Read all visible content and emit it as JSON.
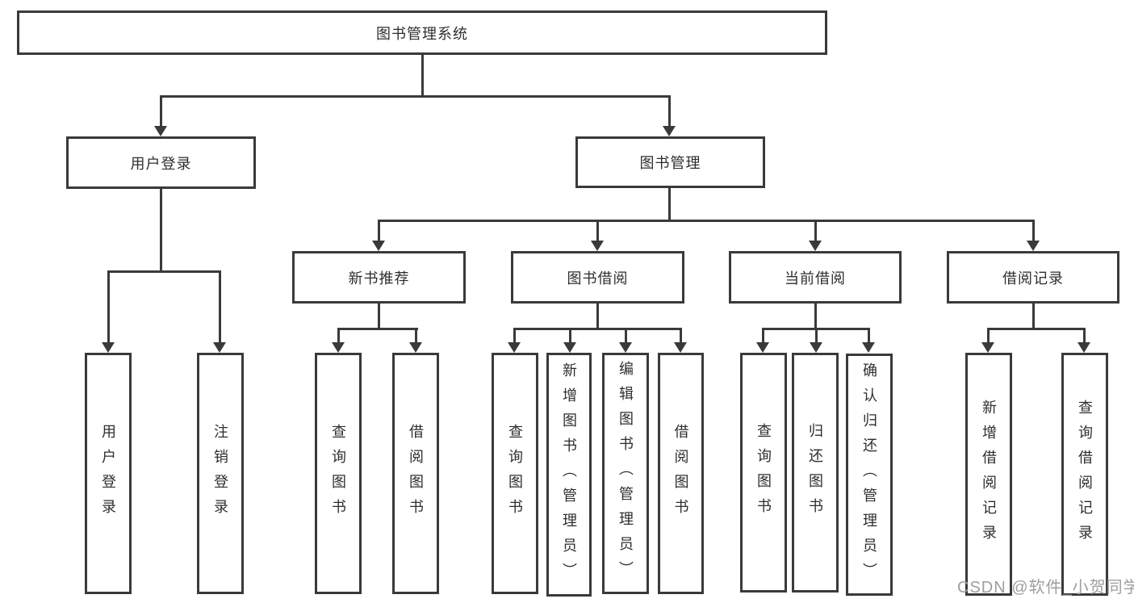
{
  "diagram": {
    "root": {
      "label": "图书管理系统"
    },
    "branches": [
      {
        "label": "用户登录",
        "children": [
          {
            "label": "用户登录"
          },
          {
            "label": "注销登录"
          }
        ]
      },
      {
        "label": "图书管理",
        "groups": [
          {
            "label": "新书推荐",
            "children": [
              {
                "label": "查询图书"
              },
              {
                "label": "借阅图书"
              }
            ]
          },
          {
            "label": "图书借阅",
            "children": [
              {
                "label": "查询图书"
              },
              {
                "label": "新增图书（管理员）"
              },
              {
                "label": "编辑图书（管理员）"
              },
              {
                "label": "借阅图书"
              }
            ]
          },
          {
            "label": "当前借阅",
            "children": [
              {
                "label": "查询图书"
              },
              {
                "label": "归还图书"
              },
              {
                "label": "确认归还（管理员）"
              }
            ]
          },
          {
            "label": "借阅记录",
            "children": [
              {
                "label": "新增借阅记录"
              },
              {
                "label": "查询借阅记录"
              }
            ]
          }
        ]
      }
    ]
  },
  "watermark": {
    "text": "CSDN @软件_小贺同学"
  },
  "colors": {
    "line": "#3a3a3a",
    "text": "#2e2e2e",
    "watermark": "#9e9e9e",
    "background": "#ffffff"
  }
}
